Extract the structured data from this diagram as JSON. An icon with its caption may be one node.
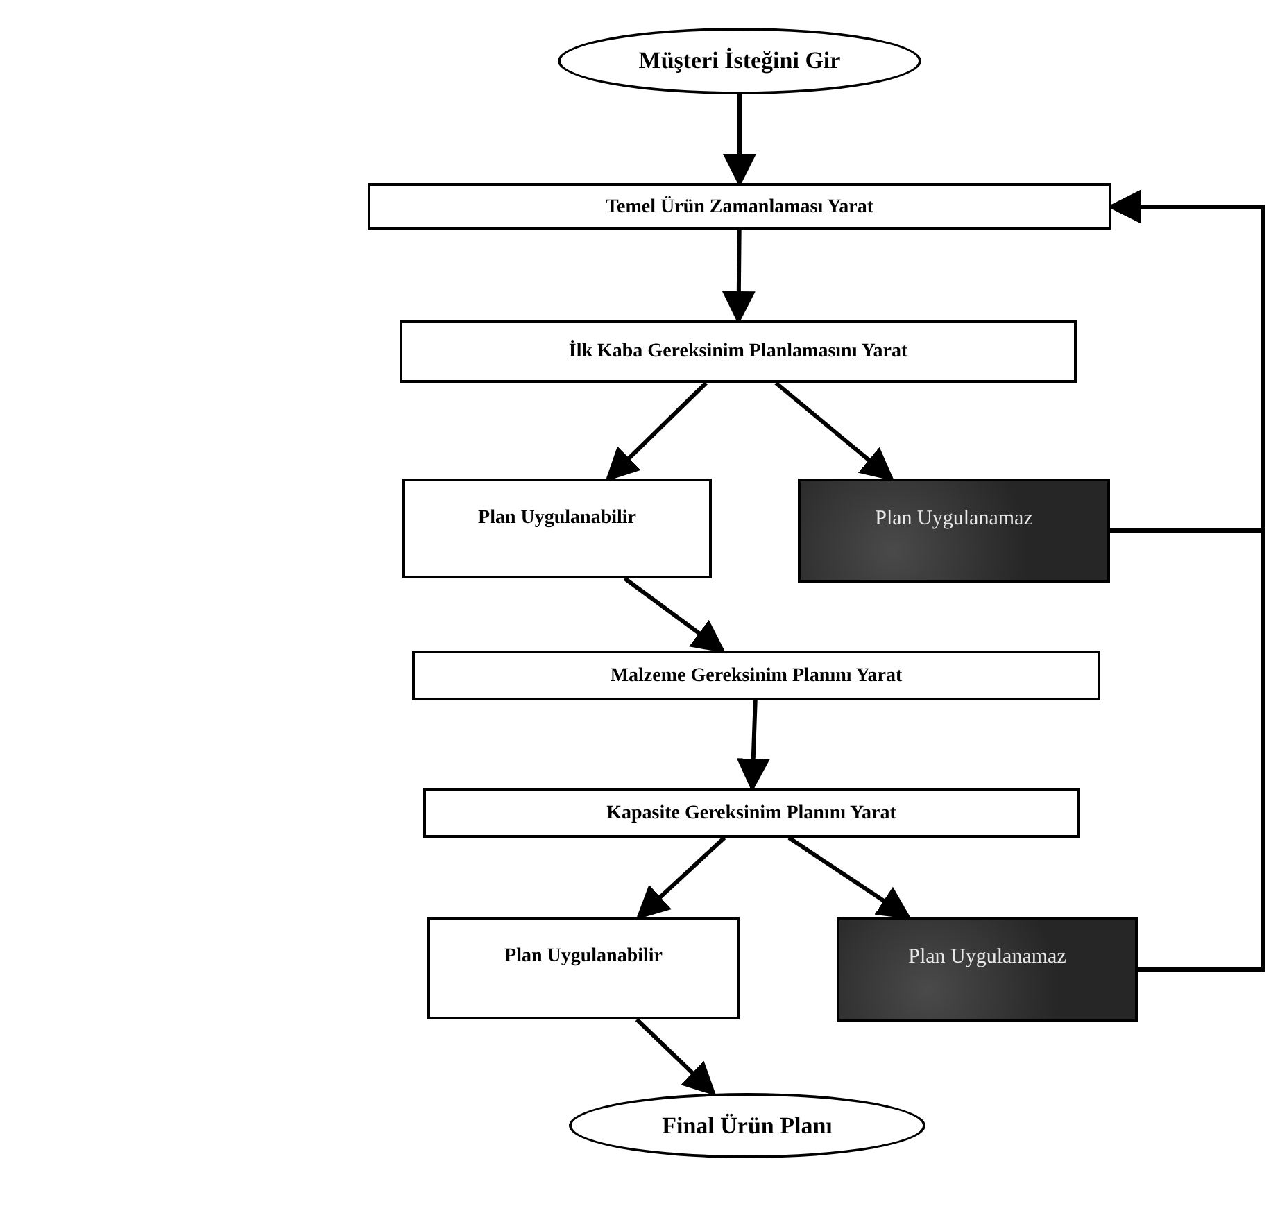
{
  "diagram": {
    "nodes": [
      {
        "text": [
          "Müşteri İsteğini Gir"
        ]
      },
      {
        "text": [
          "Temel Ürün Zamanlaması Yarat"
        ]
      },
      {
        "text": [
          "İlk Kaba Gereksinim Planlamasını Yarat"
        ]
      },
      {
        "text": [
          "Plan Uygulanabilir"
        ]
      },
      {
        "text": [
          "Plan Uygulanamaz"
        ]
      },
      {
        "text": [
          "Malzeme Gereksinim Planını Yarat"
        ]
      },
      {
        "text": [
          "Kapasite Gereksinim Planını Yarat"
        ]
      },
      {
        "text": [
          "Plan Uygulanabilir"
        ]
      },
      {
        "text": [
          "Plan Uygulanamaz"
        ]
      },
      {
        "text": [
          "Final Ürün Planı"
        ]
      }
    ],
    "edges": [
      {
        "from": 0,
        "to": 1,
        "arrow": "to"
      },
      {
        "from": 1,
        "to": 2,
        "arrow": "to"
      },
      {
        "from": 2,
        "to": 3,
        "arrow": "to"
      },
      {
        "from": 2,
        "to": 4,
        "arrow": "to"
      },
      {
        "from": 3,
        "to": 5,
        "arrow": "to"
      },
      {
        "from": 5,
        "to": 6,
        "arrow": "to"
      },
      {
        "from": 6,
        "to": 7,
        "arrow": "to"
      },
      {
        "from": 6,
        "to": 8,
        "arrow": "to"
      },
      {
        "from": 7,
        "to": 9,
        "arrow": "to"
      },
      {
        "from": 4,
        "to": 1,
        "arrow": "to"
      },
      {
        "from": 8,
        "to": 1,
        "arrow": "to"
      }
    ]
  }
}
